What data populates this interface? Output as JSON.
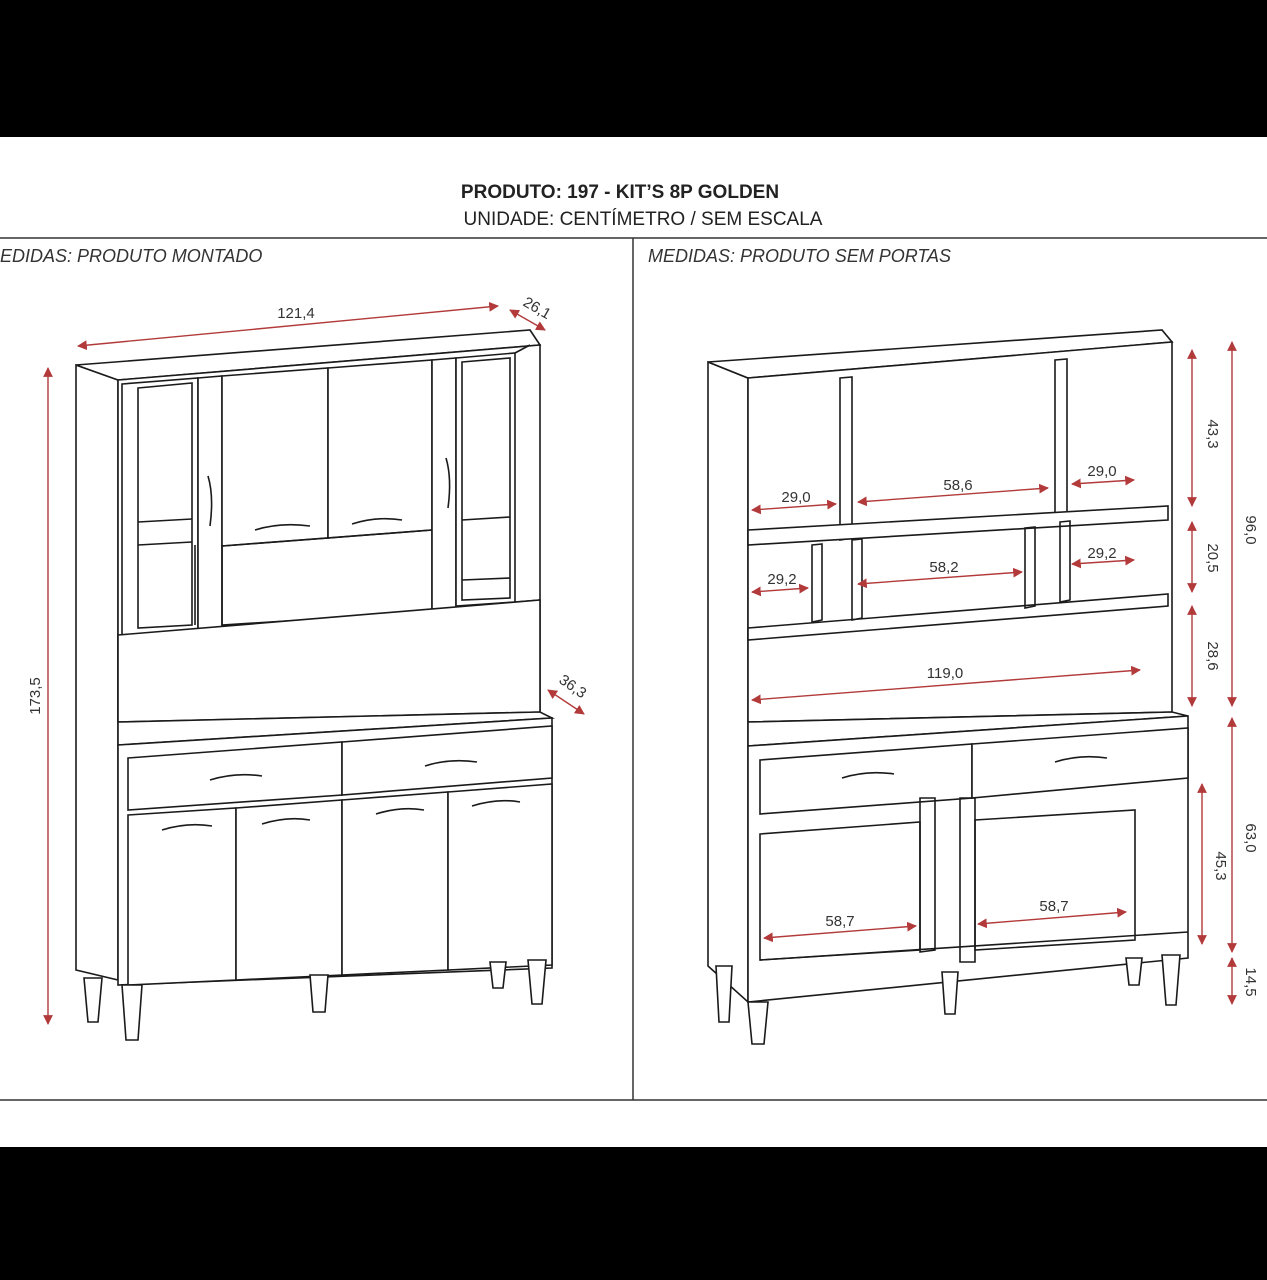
{
  "header": {
    "title": "PRODUTO: 197 - KIT’S 8P GOLDEN",
    "subtitle": "UNIDADE: CENTÍMETRO / SEM ESCALA"
  },
  "left_panel": {
    "label": "EDIDAS: PRODUTO MONTADO",
    "dims": {
      "width": "121,4",
      "depth_top": "26,1",
      "height": "173,5",
      "depth_base": "36,3"
    }
  },
  "right_panel": {
    "label": "MEDIDAS: PRODUTO SEM PORTAS",
    "dims": {
      "top_left": "29,0",
      "top_center": "58,6",
      "top_right": "29,0",
      "mid_left": "29,2",
      "mid_center": "58,2",
      "mid_right": "29,2",
      "counter": "119,0",
      "base_left": "58,7",
      "base_right": "58,7",
      "h_top": "43,3",
      "h_mid": "20,5",
      "h_niche": "28,6",
      "h_upper_total": "96,0",
      "h_base_inner": "45,3",
      "h_base_total": "63,0",
      "h_feet": "14,5"
    }
  },
  "colors": {
    "line": "#1a1a1a",
    "dimension_arrow": "#b23a3a",
    "frame": "#000000"
  }
}
